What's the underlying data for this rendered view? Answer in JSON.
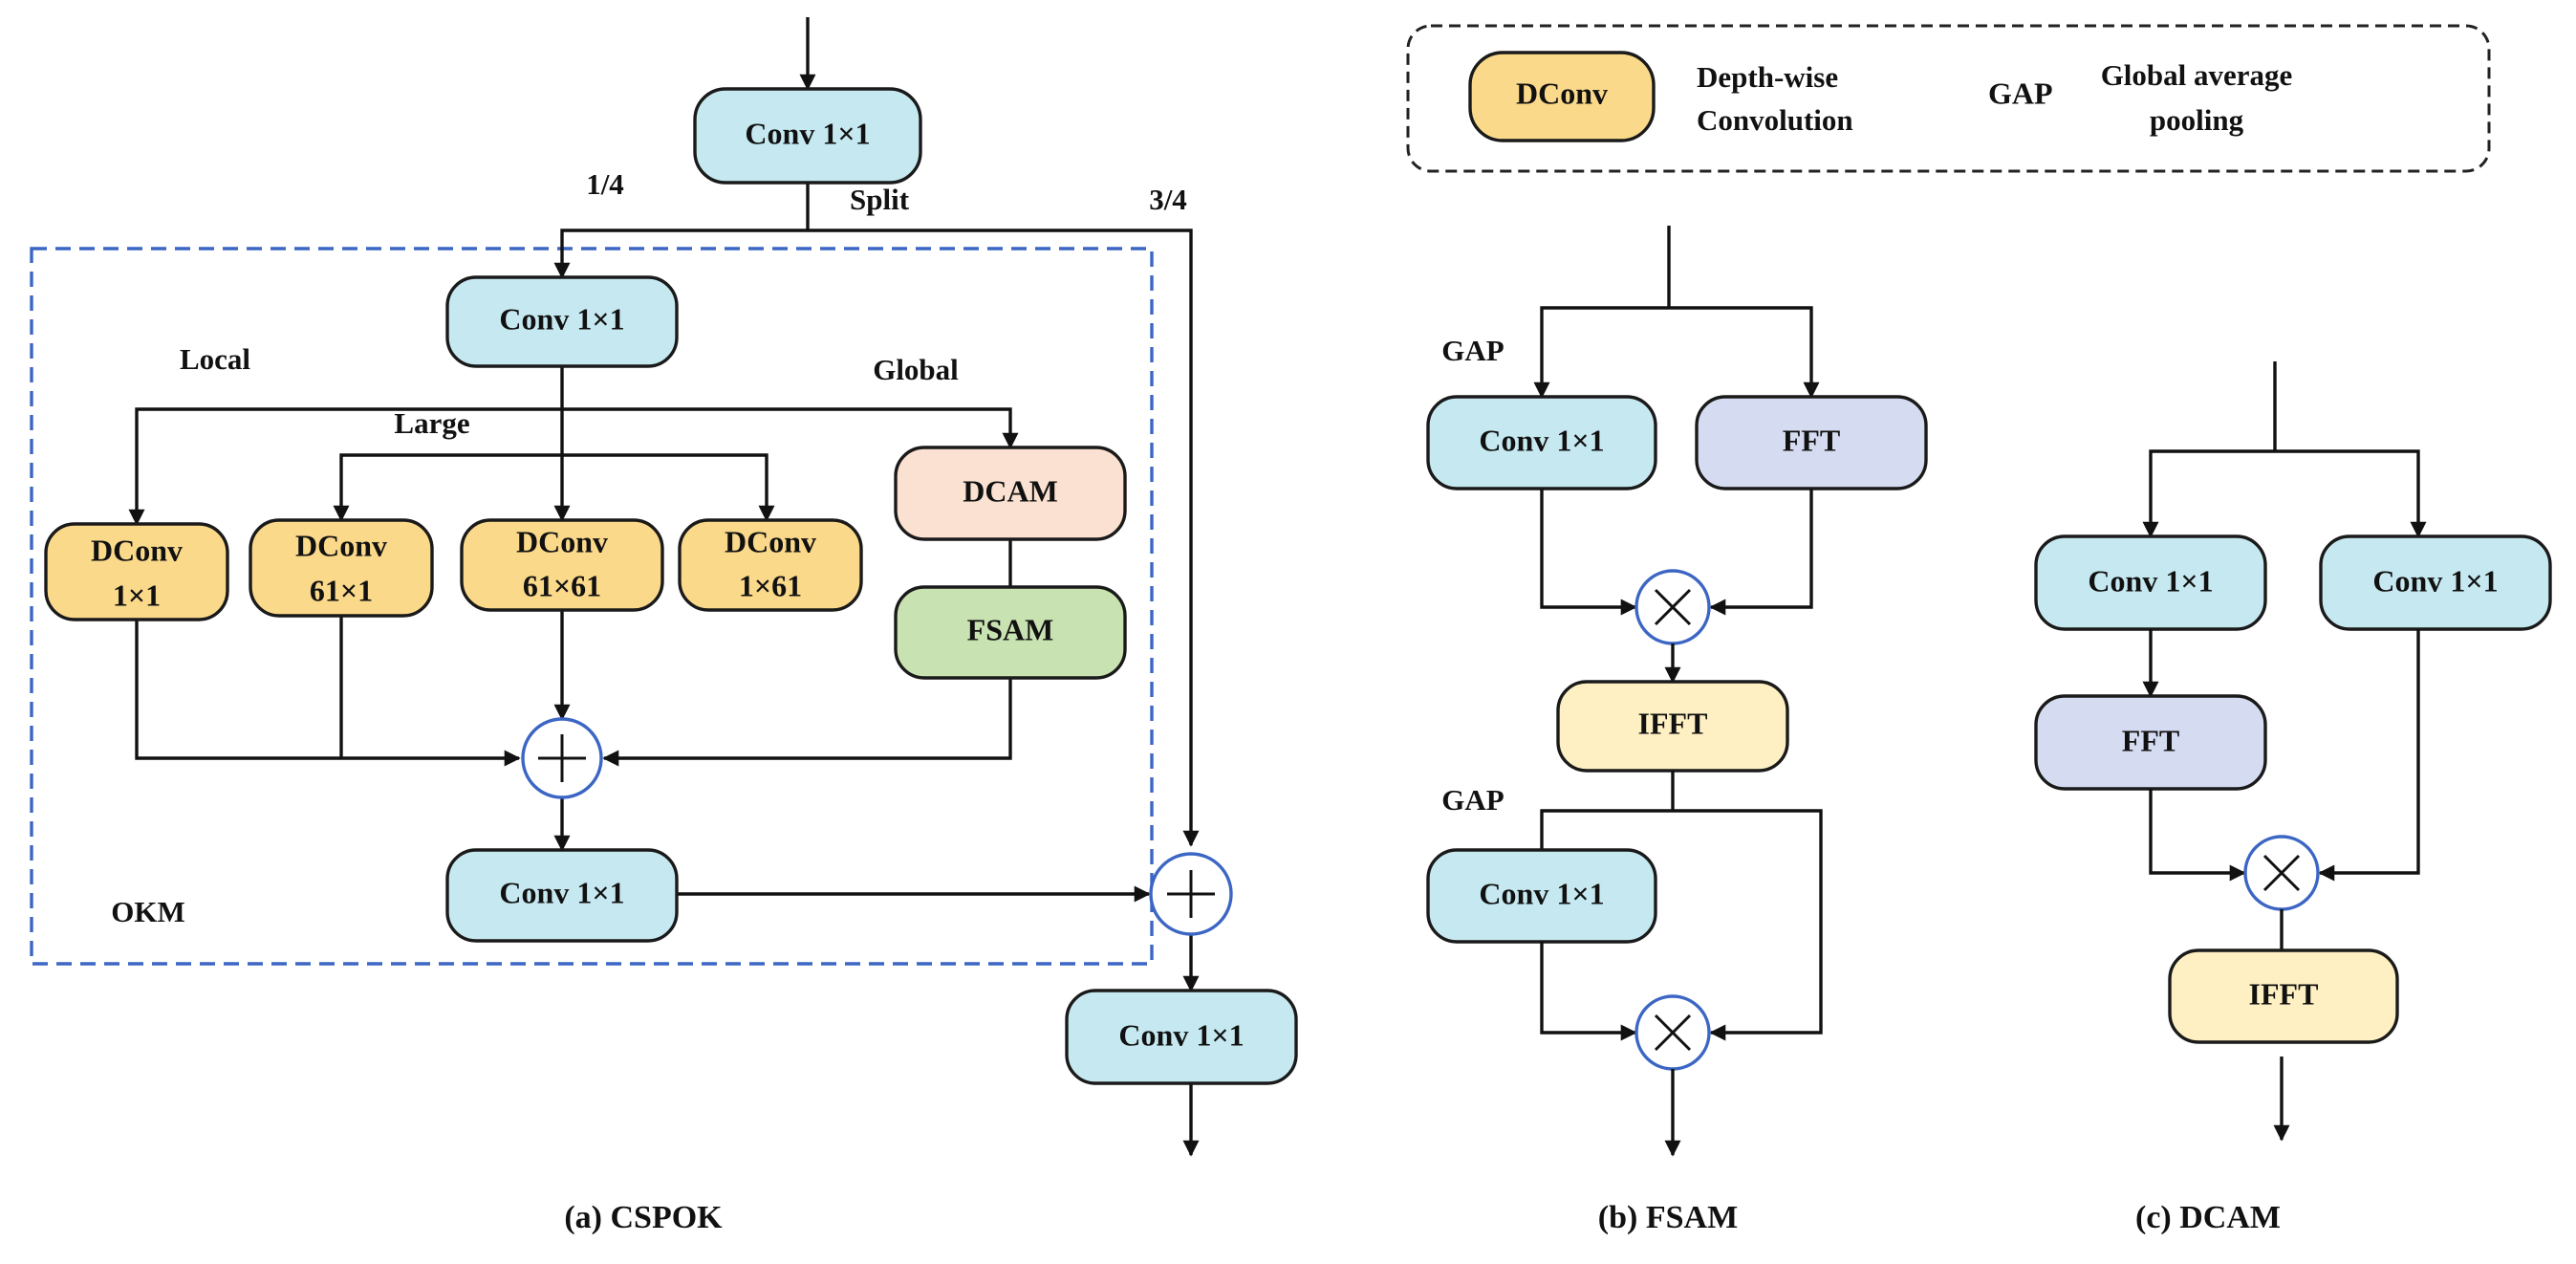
{
  "legend": {
    "dconv_label": "DConv",
    "dconv_desc_line1": "Depth-wise",
    "dconv_desc_line2": "Convolution",
    "gap_label": "GAP",
    "gap_desc_line1": "Global average",
    "gap_desc_line2": "pooling"
  },
  "cspok": {
    "top_conv": "Conv 1×1",
    "ratio_left": "1/4",
    "split": "Split",
    "ratio_right": "3/4",
    "okm_conv_in": "Conv 1×1",
    "local": "Local",
    "large": "Large",
    "global": "Global",
    "dconv1_l1": "DConv",
    "dconv1_l2": "1×1",
    "dconv2_l1": "DConv",
    "dconv2_l2": "61×1",
    "dconv3_l1": "DConv",
    "dconv3_l2": "61×61",
    "dconv4_l1": "DConv",
    "dconv4_l2": "1×61",
    "dcam": "DCAM",
    "fsam": "FSAM",
    "okm_conv_out": "Conv 1×1",
    "okm_label": "OKM",
    "final_conv": "Conv 1×1",
    "caption": "(a)  CSPOK"
  },
  "fsam": {
    "gap_top": "GAP",
    "conv": "Conv 1×1",
    "fft": "FFT",
    "ifft": "IFFT",
    "gap_bottom": "GAP",
    "conv2": "Conv 1×1",
    "caption": "(b)  FSAM"
  },
  "dcam": {
    "conv_left": "Conv 1×1",
    "conv_right": "Conv 1×1",
    "fft": "FFT",
    "ifft": "IFFT",
    "caption": "(c)  DCAM"
  },
  "colors": {
    "conv": "#c6e9f1",
    "dconv": "#fbd98a",
    "dcam": "#fbe1d1",
    "fsam": "#c8e2b1",
    "fft": "#d5dcf1",
    "ifft": "#fff0c3",
    "okm_border": "#3c66c4",
    "operator_border": "#3c66c4"
  }
}
